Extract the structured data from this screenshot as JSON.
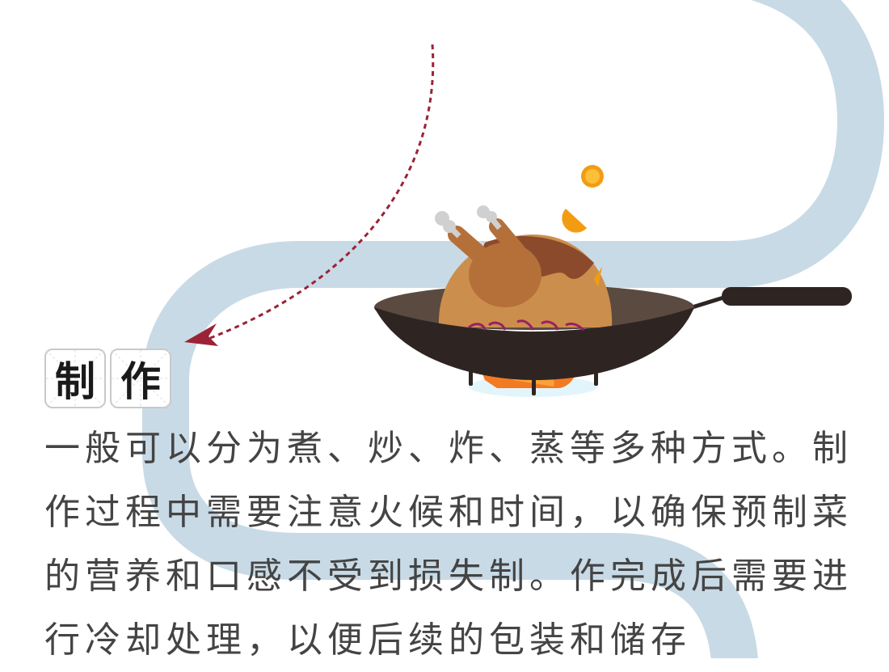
{
  "title": {
    "chars": [
      "制",
      "作"
    ]
  },
  "body": {
    "lines": [
      "一般可以分为煮、炒、炸、蒸等多种方式。制",
      "作过程中需要注意火候和时间，以确保预制菜",
      "的营养和口感不受到损失制。作完成后需要进",
      "行冷却处理，以便后续的包装和储存"
    ]
  },
  "colors": {
    "ribbon": "#c8dae6",
    "arrow": "#9b2335",
    "text": "#444444",
    "wok": "#2e2523"
  }
}
